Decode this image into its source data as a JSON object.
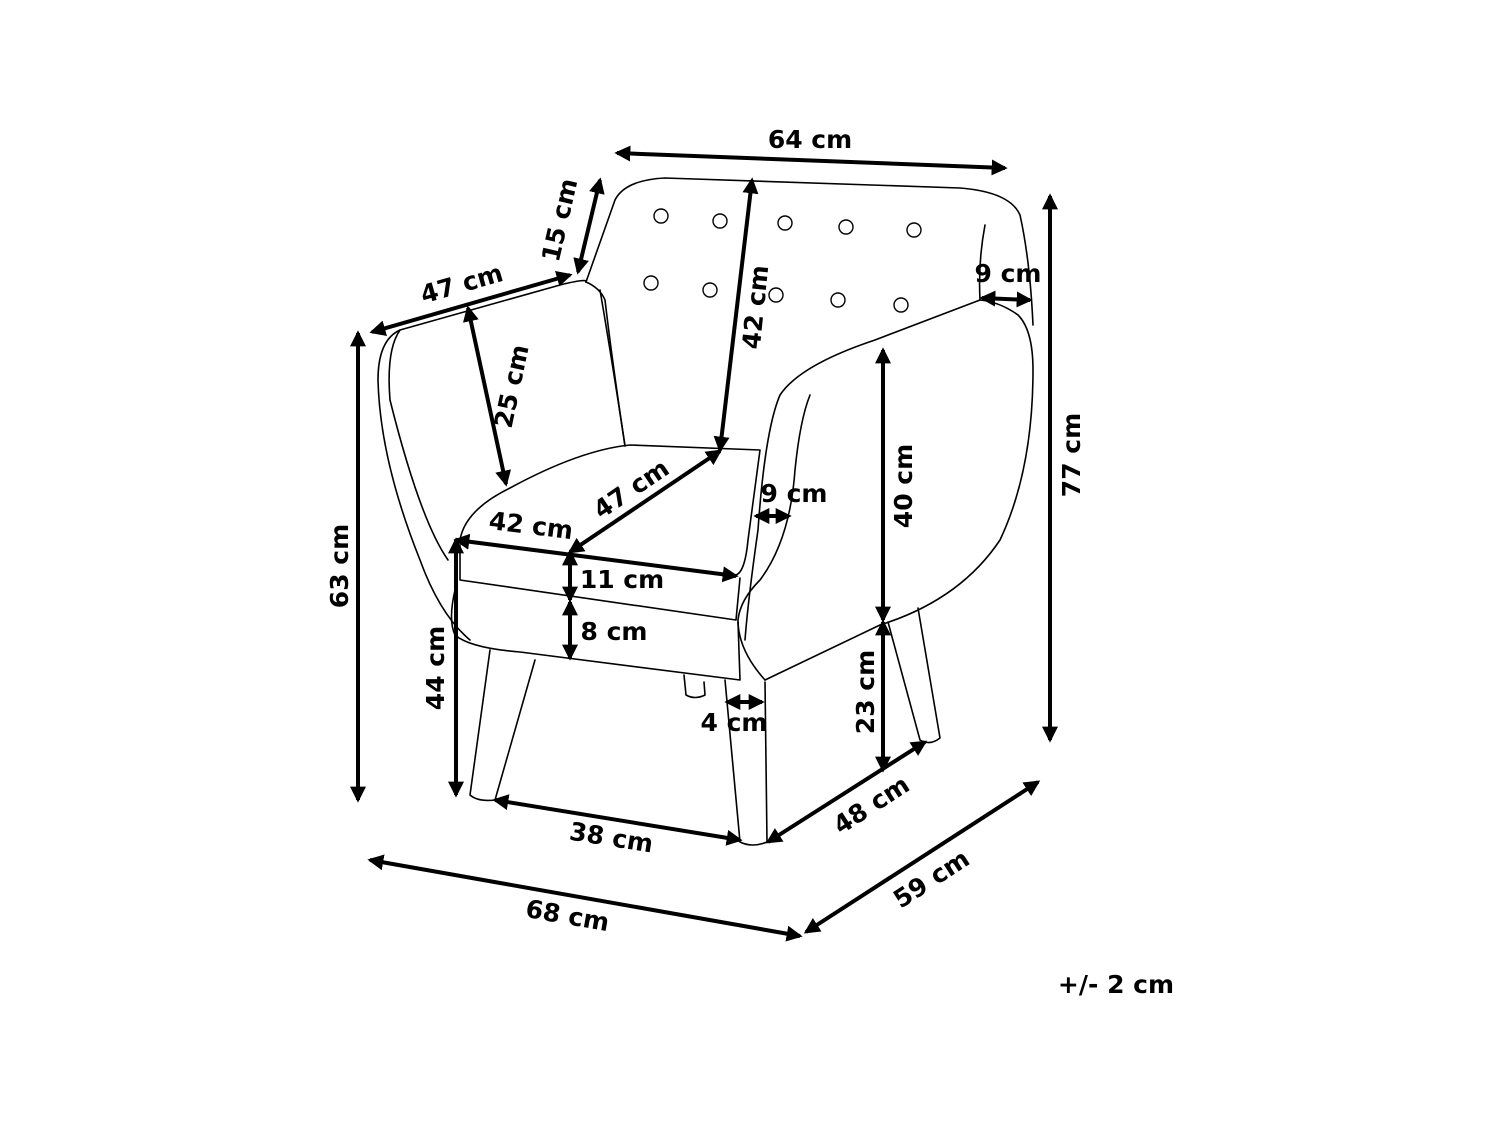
{
  "dimensions": {
    "top_width": "64 cm",
    "armrest_top": "15 cm",
    "arm_depth": "47 cm",
    "arm_inner_height": "25 cm",
    "back_height": "42 cm",
    "arm_thickness_right": "9 cm",
    "total_height": "77 cm",
    "arm_height": "40 cm",
    "arm_thickness_inner": "9 cm",
    "seat_depth": "47 cm",
    "seat_width": "42 cm",
    "cushion_height": "11 cm",
    "seat_base_height": "8 cm",
    "arm_front_height": "63 cm",
    "seat_height": "44 cm",
    "leg_width": "4 cm",
    "leg_height": "23 cm",
    "leg_span_front": "38 cm",
    "leg_span_side": "48 cm",
    "overall_width": "68 cm",
    "overall_depth": "59 cm"
  },
  "tolerance": "+/- 2 cm"
}
